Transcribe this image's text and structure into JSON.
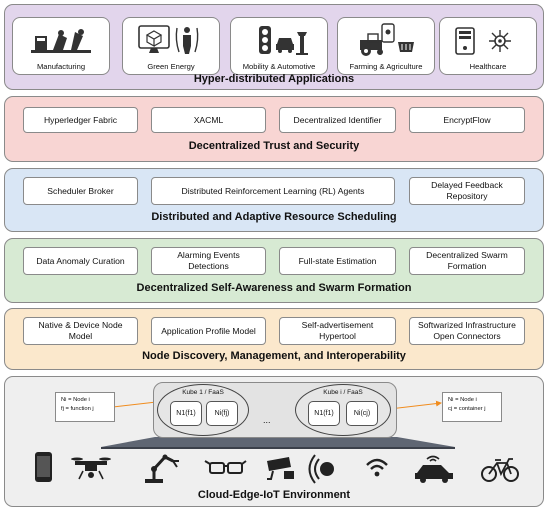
{
  "applications": {
    "title": "Hyper-distributed Applications",
    "items": [
      "Manufacturing",
      "Green Energy",
      "Mobility & Automotive",
      "Farming & Agriculture",
      "Healthcare"
    ]
  },
  "trust": {
    "title": "Decentralized Trust and Security",
    "items": [
      "Hyperledger Fabric",
      "XACML",
      "Decentralized Identifier",
      "EncryptFlow"
    ]
  },
  "scheduling": {
    "title": "Distributed and Adaptive Resource Scheduling",
    "items": [
      "Scheduler Broker",
      "Distributed Reinforcement Learning (RL) Agents",
      "Delayed Feedback Repository"
    ]
  },
  "awareness": {
    "title": "Decentralized Self-Awareness and Swarm Formation",
    "items": [
      "Data Anomaly Curation",
      "Alarming Events Detections",
      "Full-state Estimation",
      "Decentralized Swarm Formation"
    ]
  },
  "discovery": {
    "title": "Node Discovery, Management, and Interoperability",
    "items": [
      "Native & Device Node Model",
      "Application Profile Model",
      "Self-advertisement Hypertool",
      "Softwarized Infrastructure Open Connectors"
    ]
  },
  "environment": {
    "title": "Cloud-Edge-IoT Environment",
    "legend_left": [
      "Ni = Node i",
      "fj = function j"
    ],
    "legend_right": [
      "Ni = Node i",
      "cj = container j"
    ],
    "kube1": {
      "title": "Kube 1 / FaaS",
      "nodes": [
        "N1(f1)",
        "Ni(fj)"
      ]
    },
    "kubei": {
      "title": "Kube i / FaaS",
      "nodes": [
        "N1(f1)",
        "Ni(cj)"
      ]
    },
    "ellipsis": "...",
    "devices": [
      "smartphone-icon",
      "drone-icon",
      "robot-arm-icon",
      "smart-glasses-icon",
      "cctv-camera-icon",
      "rfid-tag-icon",
      "wifi-icon",
      "connected-car-icon",
      "bicycle-icon"
    ]
  },
  "colors": {
    "applications": "#e2d5ec",
    "trust": "#f8d5d3",
    "scheduling": "#d9e6f5",
    "awareness": "#d7ead3",
    "discovery": "#fbe8cc",
    "environment": "#efefef",
    "arrow": "#f08c1e"
  }
}
